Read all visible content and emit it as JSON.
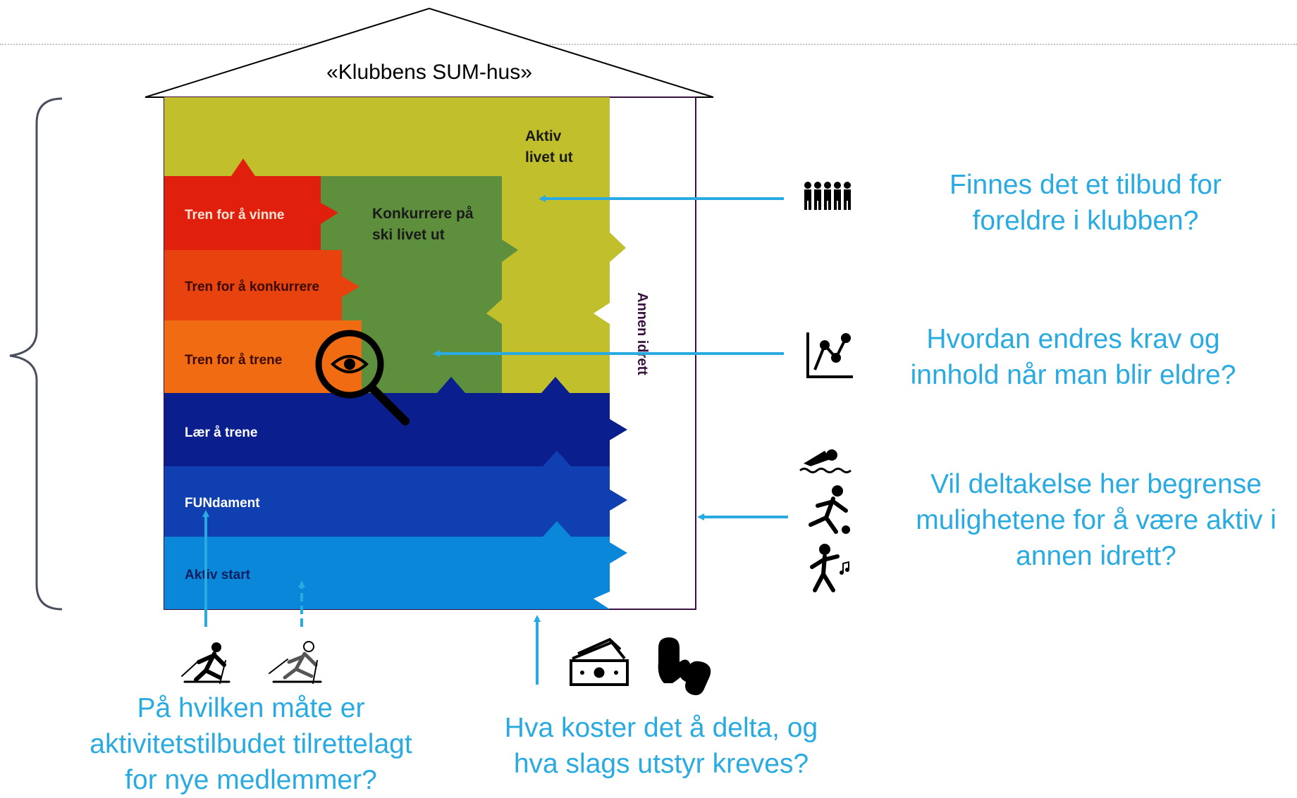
{
  "title": "«Klubbens SUM-hus»",
  "stages": [
    {
      "label": "Aktiv start",
      "color": "#0b87d9"
    },
    {
      "label": "FUNdament",
      "color": "#0f3fb0"
    },
    {
      "label": "Lær å trene",
      "color": "#0a1e8e"
    },
    {
      "label": "Tren for å trene",
      "color": "#f06b12"
    },
    {
      "label": "Tren for å konkurrere",
      "color": "#e8420f"
    },
    {
      "label": "Tren for å vinne",
      "color": "#e01f0c"
    }
  ],
  "zones": {
    "compete": {
      "label_line1": "Konkurrere på",
      "label_line2": "ski livet ut",
      "color": "#5e8f3c"
    },
    "active": {
      "label_line1": "Aktiv",
      "label_line2": "livet ut",
      "color": "#c2bf2d"
    },
    "other": {
      "label": "Annen idrett",
      "color": "#ffffff"
    }
  },
  "questions": {
    "parents": {
      "line1": "Finnes det et tilbud for",
      "line2": "foreldre i klubben?"
    },
    "demands": {
      "line1": "Hvordan endres krav og",
      "line2": "innhold når man blir eldre?"
    },
    "other_sport": {
      "line1": "Vil deltakelse her begrense",
      "line2": "mulighetene for å være aktiv i",
      "line3": "annen idrett?"
    },
    "new_members": {
      "line1": "På hvilken måte er",
      "line2": "aktivitetstilbudet tilrettelagt",
      "line3": "for nye medlemmer?"
    },
    "cost": {
      "line1": "Hva koster det å delta, og",
      "line2": "hva slags utstyr kreves?"
    }
  },
  "colors": {
    "accent": "#29abe2",
    "outline": "#000000",
    "brace": "#4a4f5e"
  },
  "icons": [
    "family-icon",
    "chart-line-icon",
    "swimmer-icon",
    "runner-ball-icon",
    "dancer-icon",
    "skier-icon",
    "skier-outline-icon",
    "money-icon",
    "mittens-icon",
    "magnifier-eye-icon"
  ]
}
